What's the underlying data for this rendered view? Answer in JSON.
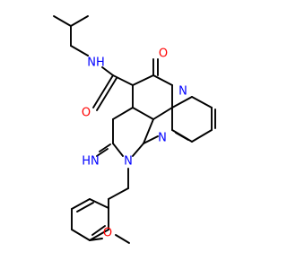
{
  "figure": {
    "kind": "chemical-structure",
    "atom_labels": {
      "amide_nh": "NH",
      "amide_o": "O",
      "ring_o": "O",
      "imine": "HN",
      "n_ring1": "N",
      "n_ring2": "N",
      "n_ring3": "N",
      "methoxy_o": "O"
    }
  },
  "colors": {
    "bond": "#000000",
    "nitrogen": "#0000ff",
    "oxygen": "#ff0000",
    "background": "#ffffff"
  }
}
